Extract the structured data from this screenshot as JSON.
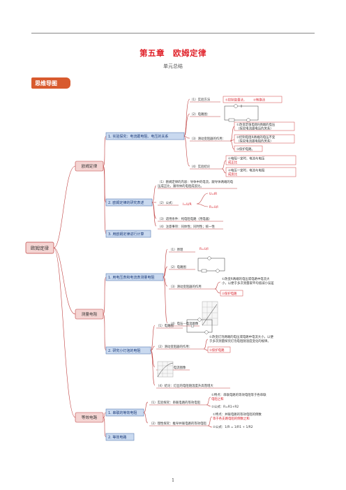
{
  "header": {
    "chapter_title": "第五章　欧姆定律",
    "subtitle": "单元总结",
    "section_badge": "思维导图"
  },
  "mindmap": {
    "root": "欧姆定律",
    "b1": {
      "label": "欧姆定律",
      "s1": {
        "label": "1. 实验探究：电流跟电阻、电压的关系",
        "m1": "（1）实验方法",
        "m1_notes": [
          "①控制变量法，",
          "②转换法"
        ],
        "m2": "（2）电路图：",
        "m3": "（3）滑动变阻器的作用：",
        "m3_notes": [
          "①改变定值电阻R两端的电压",
          "（探究电流跟电压的关系）",
          "②控制电阻R两端的电压不变",
          "（探究电流跟电阻的关系）",
          "③保护电路。"
        ],
        "m4": "（4）实验结论",
        "m4_notes": [
          "①电阻一定时，电流与电压",
          "成正比",
          "②电压一定时，电流与电阻",
          "成反比"
        ]
      },
      "s2": {
        "label": "2. 欧姆定律的研究表述",
        "n1": [
          "（1）欧姆定律的内容：导体中的电流，跟导体两端的电",
          "压成正比，跟导体的电阻成反比。"
        ],
        "n2": "（2）公式：",
        "f1": "U=IR",
        "f2": "I=U/R",
        "f3": "R=U/I",
        "n3": "（3）适用条件：纯电阻电路（用电器）",
        "n4": "（4）注意事项：同体性；同时性；统一性"
      },
      "s3": {
        "label": "3. 用欧姆定律进行计算"
      }
    },
    "b2": {
      "label": "测量电阻",
      "s1": {
        "label": "1. 用电压表和电流表测量电阻",
        "m1": "（1）原理",
        "m1_formula": "R=U/I",
        "m2": "（2）电路图",
        "m3": "（3）滑动变阻器的作用",
        "m3_notes": [
          "①改变R两端的电压或电路中电流大",
          "小，以便于多次测量取平均值减小误差",
          "②保护电路"
        ],
        "m4": "（4）电压—电流图像"
      },
      "s2": {
        "label": "2. 研究小灯泡的电阻",
        "m1": "（1）电路图",
        "m2": "（2）滑动变阻器的作用：",
        "m2_notes": [
          "①改变灯泡两端的电压或电路中电流大小，以便",
          "于多次测量探究灯泡电阻随温度变化的规律。",
          "②保护电路"
        ],
        "m3": "（3）电压—电流图像",
        "m4": "（4）结论：灯丝的电阻随温度升高而增大"
      }
    },
    "b3": {
      "label": "等效电路",
      "s1": {
        "label": "1. 串联的等效电阻",
        "m1": "（1）实验探究：串联电路的等效电阻",
        "m2": "（2）理性探究：推导并联电路的等效电阻",
        "notes": [
          "①特点：串联电路的等效电阻等于各串联",
          "电阻之和",
          "②公式：R=R1+R2",
          "①特点：并联电路的等效电阻的倒数",
          "等于各支路电阻的倒数之和",
          "②公式：1/R = 1/R1 + 1/R2"
        ]
      },
      "s2": {
        "label": "2. 等效电路"
      }
    }
  },
  "footer": {
    "page_number": "1"
  },
  "colors": {
    "accent": "#e0222a",
    "badge": "#d85a2e",
    "node_fill": "#c9d9ef",
    "node_border": "#5b7fb5",
    "root_fill": "#f4d4d2",
    "root_border": "#c04040"
  }
}
